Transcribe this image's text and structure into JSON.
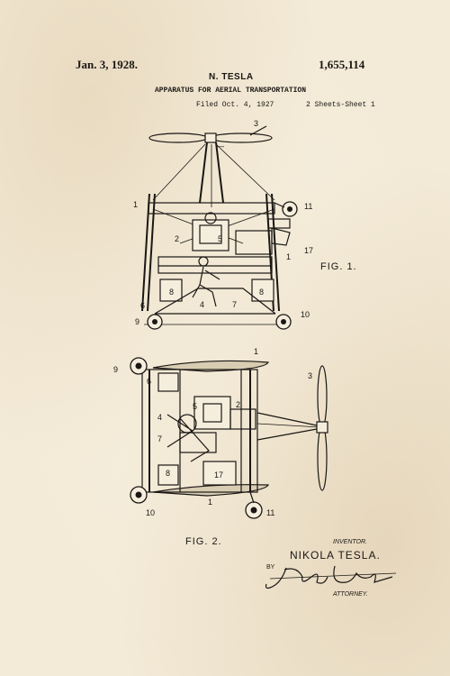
{
  "header": {
    "date": "Jan. 3, 1928.",
    "inventor": "N. TESLA",
    "patent_number": "1,655,114",
    "title": "APPARATUS FOR AERIAL TRANSPORTATION",
    "filed": "Filed Oct. 4, 1927",
    "sheets": "2 Sheets-Sheet 1"
  },
  "figures": {
    "fig1_label": "FIG. 1.",
    "fig2_label": "FIG. 2.",
    "fig1_refs": [
      "1",
      "2",
      "3",
      "4",
      "5",
      "6",
      "7",
      "8",
      "8",
      "9",
      "10",
      "11",
      "17"
    ],
    "fig2_refs": [
      "1",
      "2",
      "3",
      "4",
      "5",
      "6",
      "7",
      "8",
      "9",
      "10",
      "11",
      "17"
    ]
  },
  "footer": {
    "inventor_label": "INVENTOR.",
    "inventor_name": "NIKOLA TESLA.",
    "by": "BY",
    "attorney_label": "ATTORNEY."
  },
  "colors": {
    "paper": "#f3ead7",
    "ink": "#1a1714"
  }
}
